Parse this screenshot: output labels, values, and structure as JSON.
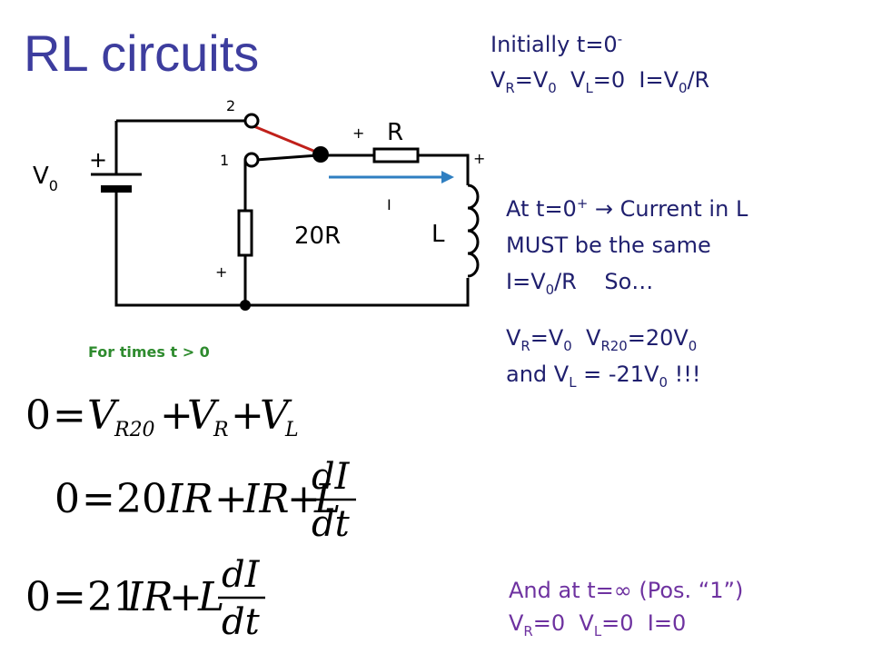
{
  "title": "RL circuits",
  "initial": {
    "line1_pre": "Initially t=0",
    "line1_sup": "-",
    "line2": [
      {
        "t": "V"
      },
      {
        "sub": "R"
      },
      {
        "t": "=V"
      },
      {
        "sub": "0"
      },
      {
        "t": "  V"
      },
      {
        "sub": "L"
      },
      {
        "t": "=0  I=V"
      },
      {
        "sub": "0"
      },
      {
        "t": "/R"
      }
    ]
  },
  "t0plus": {
    "line1_pre": "At t=0",
    "line1_sup": "+",
    "line1_post": " → Current in L",
    "line2": "MUST be the same",
    "line3": [
      {
        "t": "I=V"
      },
      {
        "sub": "0"
      },
      {
        "t": "/R    So…"
      }
    ]
  },
  "result": {
    "line1": [
      {
        "t": "V"
      },
      {
        "sub": "R"
      },
      {
        "t": "=V"
      },
      {
        "sub": "0"
      },
      {
        "t": "  V"
      },
      {
        "sub": "R20"
      },
      {
        "t": "=20V"
      },
      {
        "sub": "0"
      }
    ],
    "line2": [
      {
        "t": "and V"
      },
      {
        "sub": "L"
      },
      {
        "t": " = -21V"
      },
      {
        "sub": "0"
      },
      {
        "t": " !!!"
      }
    ]
  },
  "for_times": "For times t > 0",
  "infinity": {
    "line1": "And at t=∞ (Pos. “1”)",
    "line2": [
      {
        "t": "V"
      },
      {
        "sub": "R"
      },
      {
        "t": "=0  V"
      },
      {
        "sub": "L"
      },
      {
        "t": "=0  I=0"
      }
    ]
  },
  "circuit": {
    "source_label": "V",
    "source_sub": "0",
    "source_plus": "+",
    "pos2": "2",
    "pos1": "1",
    "r_label": "R",
    "r_plus": "+",
    "l_plus": "+",
    "l_label": "L",
    "r20_label": "20R",
    "r20_plus": "+",
    "current_label": "I"
  },
  "equations": {
    "eq1": {
      "lhs": "0",
      "eq": "=",
      "V1": "V",
      "V1s": "R20",
      "plus1": "+",
      "V2": "V",
      "V2s": "R",
      "plus2": "+",
      "V3": "V",
      "V3s": "L"
    },
    "eq2": {
      "lhs": "0",
      "eq": "=",
      "a": "20",
      "b": "IR",
      "plus1": "+",
      "c": "IR",
      "plus2": "+",
      "d": "L",
      "num": "dI",
      "den": "dt"
    },
    "eq3": {
      "lhs": "0",
      "eq": "=",
      "a": "21",
      "b": "IR",
      "plus": "+",
      "d": "L",
      "num": "dI",
      "den": "dt"
    }
  },
  "colors": {
    "title": "#3d3d9e",
    "navy_text": "#1f1f6e",
    "purple_text": "#6e32a0",
    "green_text": "#2e8b2e",
    "switch_arm": "#c0201a",
    "current_arrow": "#2f7fc1"
  }
}
